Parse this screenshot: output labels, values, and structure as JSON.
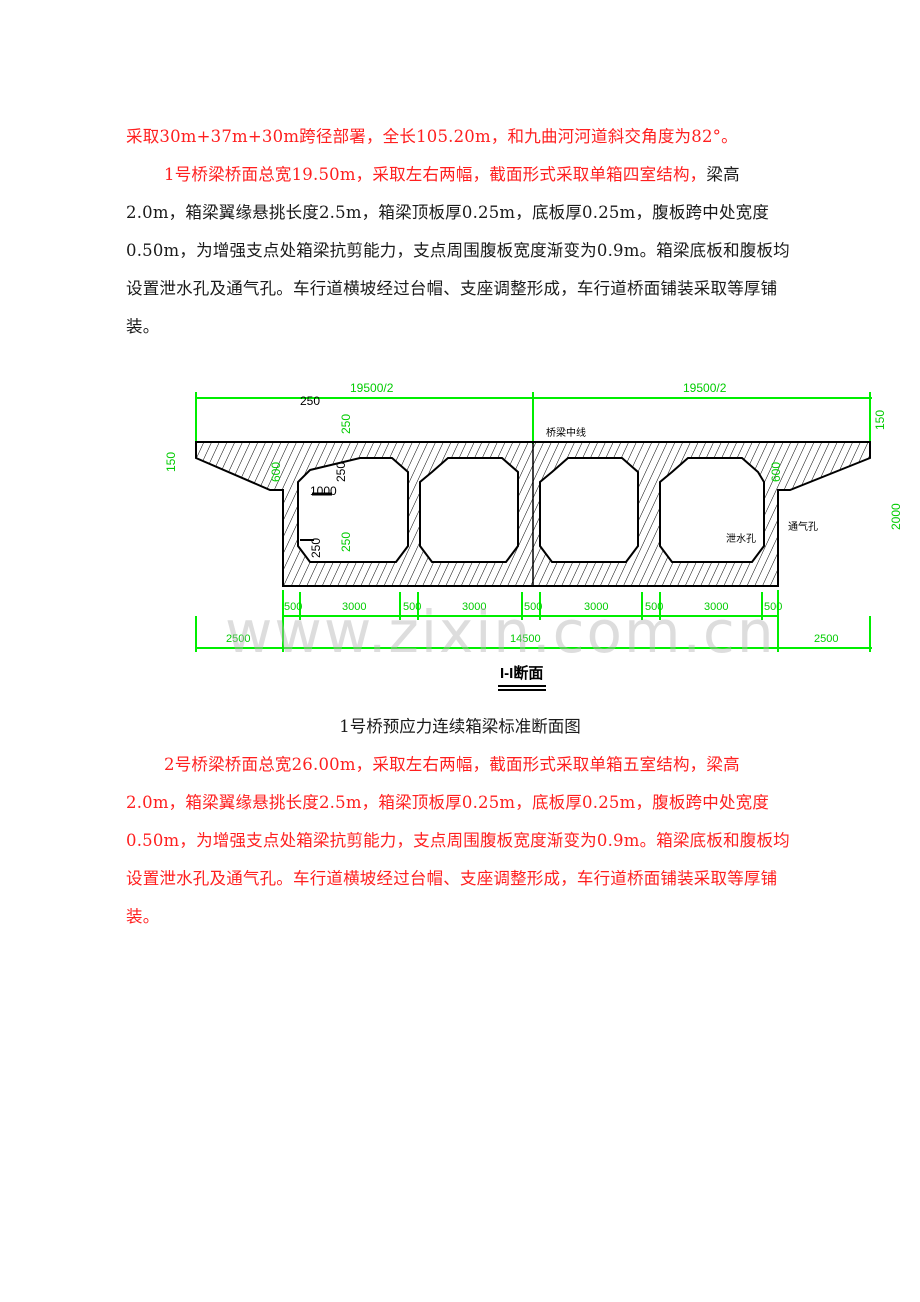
{
  "paragraphs": [
    {
      "id": "span-layout",
      "color": "red",
      "indent": false,
      "lines": [
        "采取30m+37m+30m跨径部署，全长105.20m，和九曲河河道斜交角度为82°。"
      ]
    },
    {
      "id": "bridge-1",
      "red_part": "1号桥梁桥面总宽19.50m，采取左右两幅，截面形式采取单箱四室结构，",
      "black_part": "梁高2.0m，箱梁翼缘悬挑长度2.5m，箱梁顶板厚0.25m，底板厚0.25m，腹板跨中处宽度0.50m，为增强支点处箱梁抗剪能力，支点周围腹板宽度渐变为0.9m。箱梁底板和腹板均设置泄水孔及通气孔。车行道横坡经过台帽、支座调整形成，车行道桥面铺装采取等厚铺装。"
    },
    {
      "id": "bridge-2",
      "text": "2号桥梁桥面总宽26.00m，采取左右两幅，截面形式采取单箱五室结构，梁高2.0m，箱梁翼缘悬挑长度2.5m，箱梁顶板厚0.25m，底板厚0.25m，腹板跨中处宽度0.50m，为增强支点处箱梁抗剪能力，支点周围腹板宽度渐变为0.9m。箱梁底板和腹板均设置泄水孔及通气孔。车行道横坡经过台帽、支座调整形成，车行道桥面铺装采取等厚铺装。"
    }
  ],
  "figure": {
    "caption": "1号桥预应力连续箱梁标准断面图",
    "section_label": "I-I断面",
    "watermark": "www.zixin.com.cn",
    "colors": {
      "dimension": "#00ee00",
      "structure": "#000000",
      "text_red": "#ff1f1f"
    },
    "dims": {
      "half_width_left": "19500/2",
      "half_width_right": "19500/2",
      "overhang_top": "250",
      "top_slab": "250",
      "edge_thickness_left": "150",
      "edge_thickness_right": "150",
      "root_thickness_left": "600",
      "root_thickness_right": "600",
      "chamfer_top_w": "1000",
      "chamfer_top_h": "250",
      "chamfer_bottom": "250",
      "bottom_slab": "250",
      "height": "2000",
      "web": "500",
      "cell": "3000",
      "cantilever_left": "2500",
      "bottom_width": "14500",
      "cantilever_right": "2500"
    },
    "labels": {
      "deck_cl": "桥梁中线",
      "drain_hole": "泄水孔",
      "vent_hole": "通气孔"
    }
  }
}
